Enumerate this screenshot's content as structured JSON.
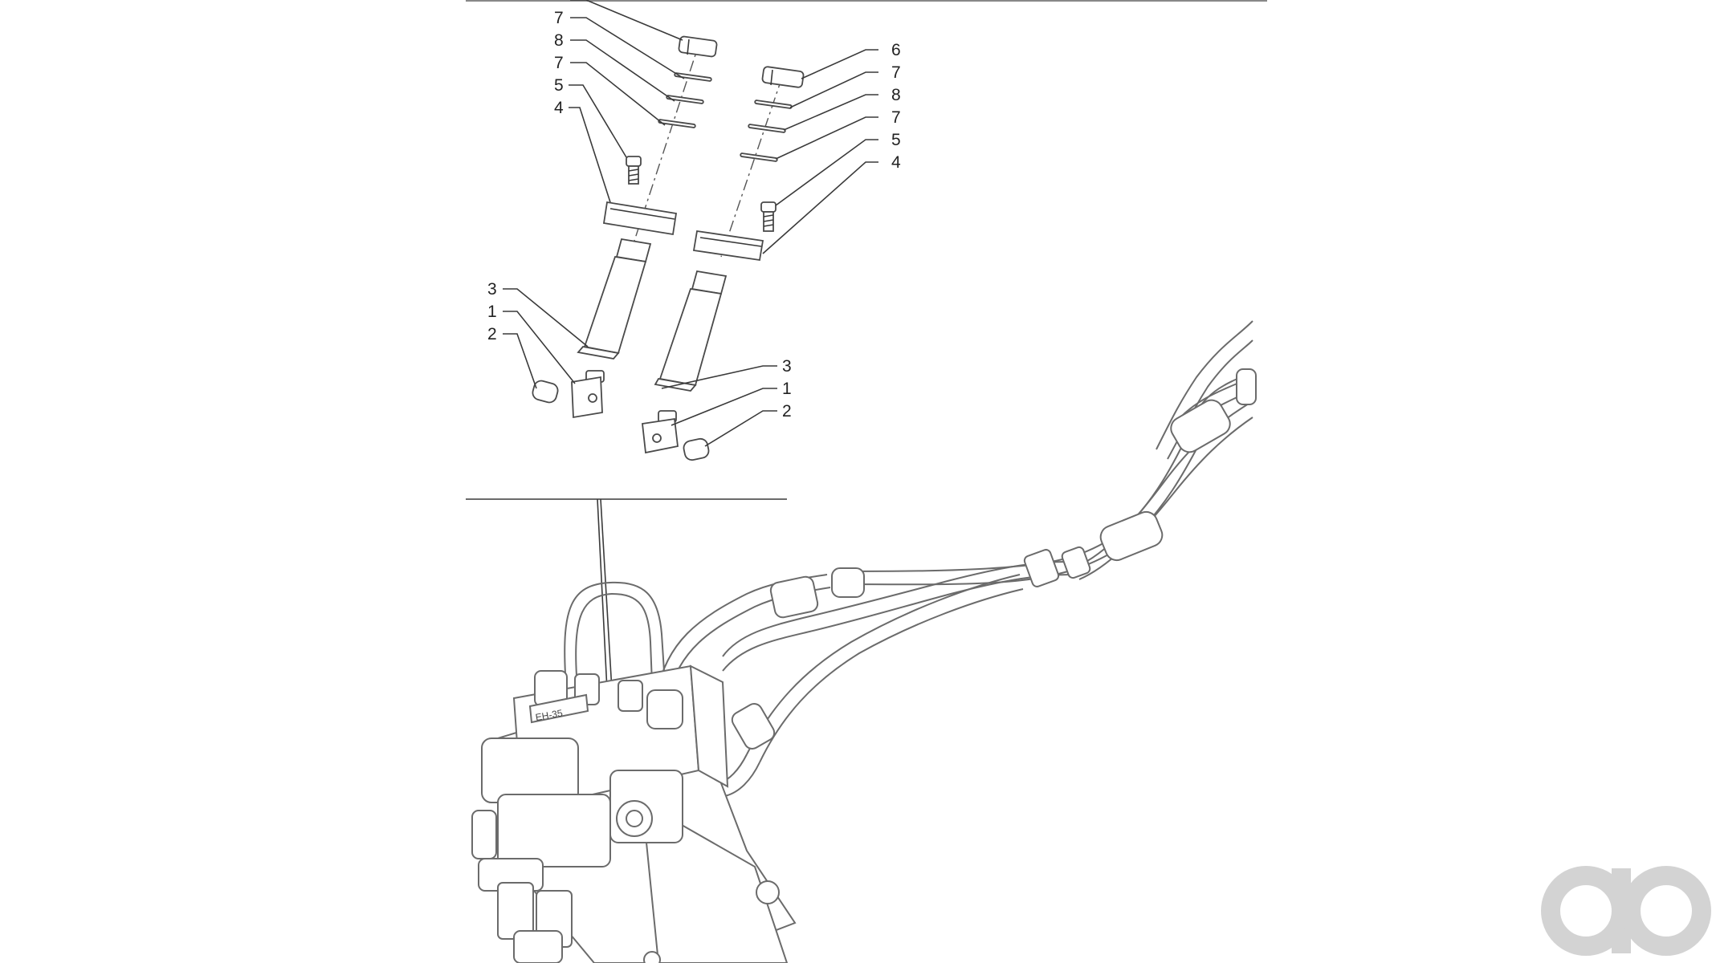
{
  "diagram": {
    "callouts_left_top": [
      "7",
      "8",
      "7",
      "5",
      "4"
    ],
    "callouts_right_top": [
      "6",
      "7",
      "8",
      "7",
      "5",
      "4"
    ],
    "callouts_left_lower": [
      "3",
      "1",
      "2"
    ],
    "callouts_right_lower": [
      "3",
      "1",
      "2"
    ],
    "valve_label": "EH-35"
  },
  "watermark": {
    "logo_text": "ao",
    "color": "#d3d3d3"
  }
}
